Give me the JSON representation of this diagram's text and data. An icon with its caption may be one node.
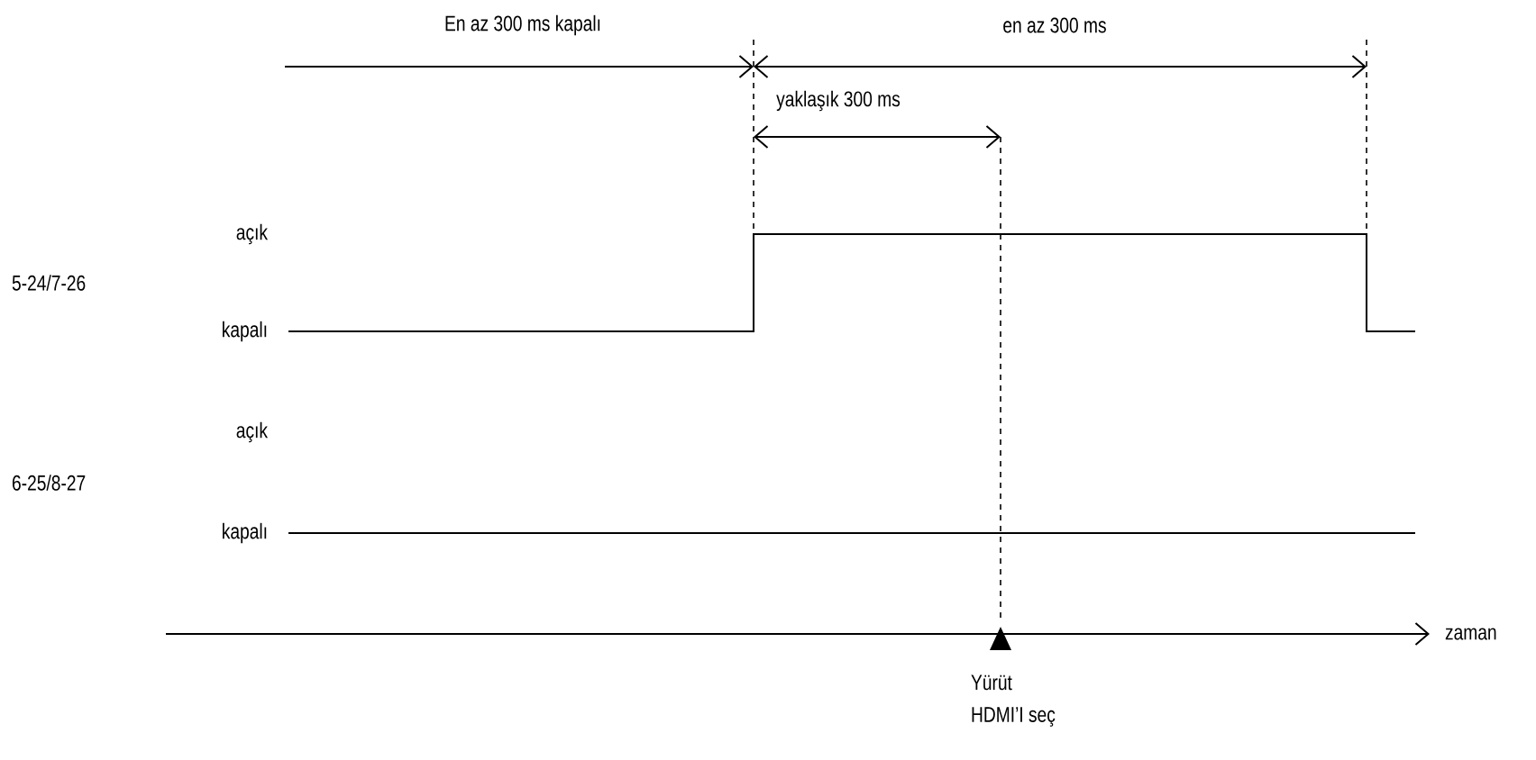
{
  "diagram": {
    "labels": [
      "En az 300 ms kapalı",
      "en az 300 ms",
      "yaklaşık 300 ms",
      "açık",
      "5-24/7-26",
      "kapalı",
      "açık",
      "6-25/8-27",
      "kapalı",
      "zaman",
      "Yürüt",
      "HDMI’I seç"
    ]
  }
}
